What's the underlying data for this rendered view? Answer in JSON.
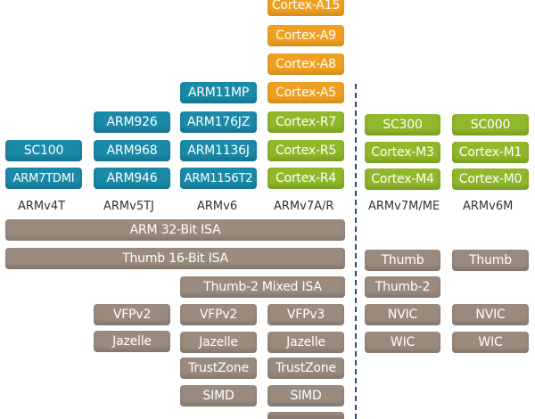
{
  "cores": {
    "a15": "Cortex-A15",
    "a9": "Cortex-A9",
    "a8": "Cortex-A8",
    "a5": "Cortex-A5",
    "r7": "Cortex-R7",
    "r5": "Cortex-R5",
    "r4": "Cortex-R4",
    "arm11mp": "ARM11MP",
    "arm176jz": "ARM176JZ",
    "arm1136j": "ARM1136J",
    "arm1156t2": "ARM1156T2",
    "arm926": "ARM926",
    "arm968": "ARM968",
    "arm946": "ARM946",
    "sc100": "SC100",
    "arm7tdmi": "ARM7TDMI",
    "sc300": "SC300",
    "m3": "Cortex-M3",
    "m4": "Cortex-M4",
    "sc000": "SC000",
    "m1": "Cortex-M1",
    "m0": "Cortex-M0"
  },
  "architectures": {
    "v4t": "ARMv4T",
    "v5tj": "ARMv5TJ",
    "v6": "ARMv6",
    "v7ar": "ARMv7A/R",
    "v7mme": "ARMv7M/ME",
    "v6m": "ARMv6M"
  },
  "features": {
    "arm32": "ARM 32-Bit ISA",
    "thumb16": "Thumb 16-Bit ISA",
    "thumb_v7m": "Thumb",
    "thumb_v6m": "Thumb",
    "thumb2_mixed": "Thumb-2 Mixed ISA",
    "thumb2_v7m": "Thumb-2",
    "vfpv2_v5": "VFPv2",
    "vfpv2_v6": "VFPv2",
    "vfpv3": "VFPv3",
    "nvic_v7m": "NVIC",
    "nvic_v6m": "NVIC",
    "jazelle_v5": "Jazelle",
    "jazelle_v6": "Jazelle",
    "jazelle_v7": "Jazelle",
    "wic_v7m": "WIC",
    "wic_v6m": "WIC",
    "trustzone_v6": "TrustZone",
    "trustzone_v7": "TrustZone",
    "simd_v6": "SIMD",
    "simd_v7": "SIMD"
  },
  "colors": {
    "cortex_a": "#f0a020",
    "classic": "#1a8aa8",
    "cortex_rm": "#8fb82a",
    "feature": "#9a8b7e",
    "divider": "#2a4a8a"
  }
}
